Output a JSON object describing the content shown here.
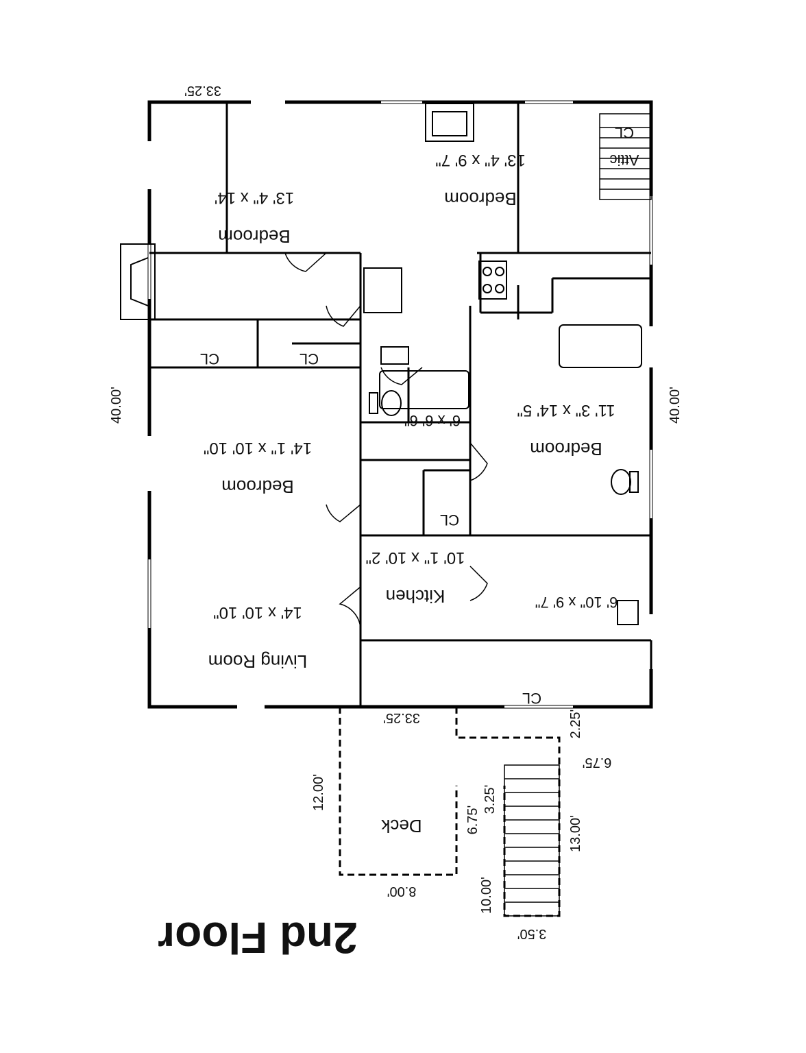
{
  "title": "2nd Floor",
  "dimensions": {
    "top": "33.25'",
    "bottom": "33.25'",
    "left": "40.00'",
    "right": "40.00'",
    "deck_side": "12.00'",
    "deck_bottom": "8.00'",
    "step_a": "2.25'",
    "step_b": "6.75'",
    "deck_c": "3.25'",
    "deck_d": "6.75'",
    "stair_len": "13.00'",
    "stair_run": "10.00'",
    "stair_width": "3.50'"
  },
  "rooms": {
    "bedroom_nw": {
      "name": "Bedroom",
      "size": "13' 4\" x 14'"
    },
    "bedroom_ne": {
      "name": "Bedroom",
      "size": "13' 4\" x 9' 7\""
    },
    "bedroom_w": {
      "name": "Bedroom",
      "size": "14' 1\" x 10' 10\""
    },
    "bedroom_e": {
      "name": "Bedroom",
      "size": "11' 3\" x 14' 5\""
    },
    "bath_small": {
      "size": "6' x 6' 6\""
    },
    "kitchen": {
      "name": "Kitchen",
      "size": "10' 1\" x 10' 2\""
    },
    "living": {
      "name": "Living Room",
      "size": "14' x 10' 10\""
    },
    "bath_large": {
      "size": "6' 10\" x 9' 7\""
    },
    "deck": {
      "name": "Deck"
    }
  },
  "closets": {
    "cl_ne": "CL",
    "cl_w1": "CL",
    "cl_w2": "CL",
    "cl_center": "CL",
    "cl_bath": "CL"
  },
  "attic": "Attic"
}
